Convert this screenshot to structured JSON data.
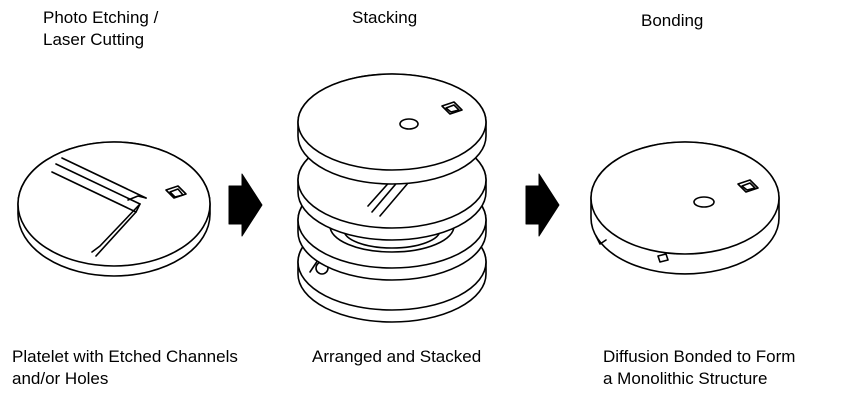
{
  "steps": [
    {
      "title_lines": [
        "Photo Etching /",
        "Laser Cutting"
      ],
      "caption_lines": [
        "Platelet with Etched Channels",
        "and/or Holes"
      ]
    },
    {
      "title_lines": [
        "Stacking"
      ],
      "caption_lines": [
        "Arranged and Stacked"
      ]
    },
    {
      "title_lines": [
        "Bonding"
      ],
      "caption_lines": [
        "Diffusion Bonded to Form",
        "a Monolithic Structure"
      ]
    }
  ],
  "colors": {
    "ink": "#000000",
    "paper": "#ffffff"
  },
  "icons": [
    "arrow-right-icon",
    "arrow-right-icon"
  ]
}
